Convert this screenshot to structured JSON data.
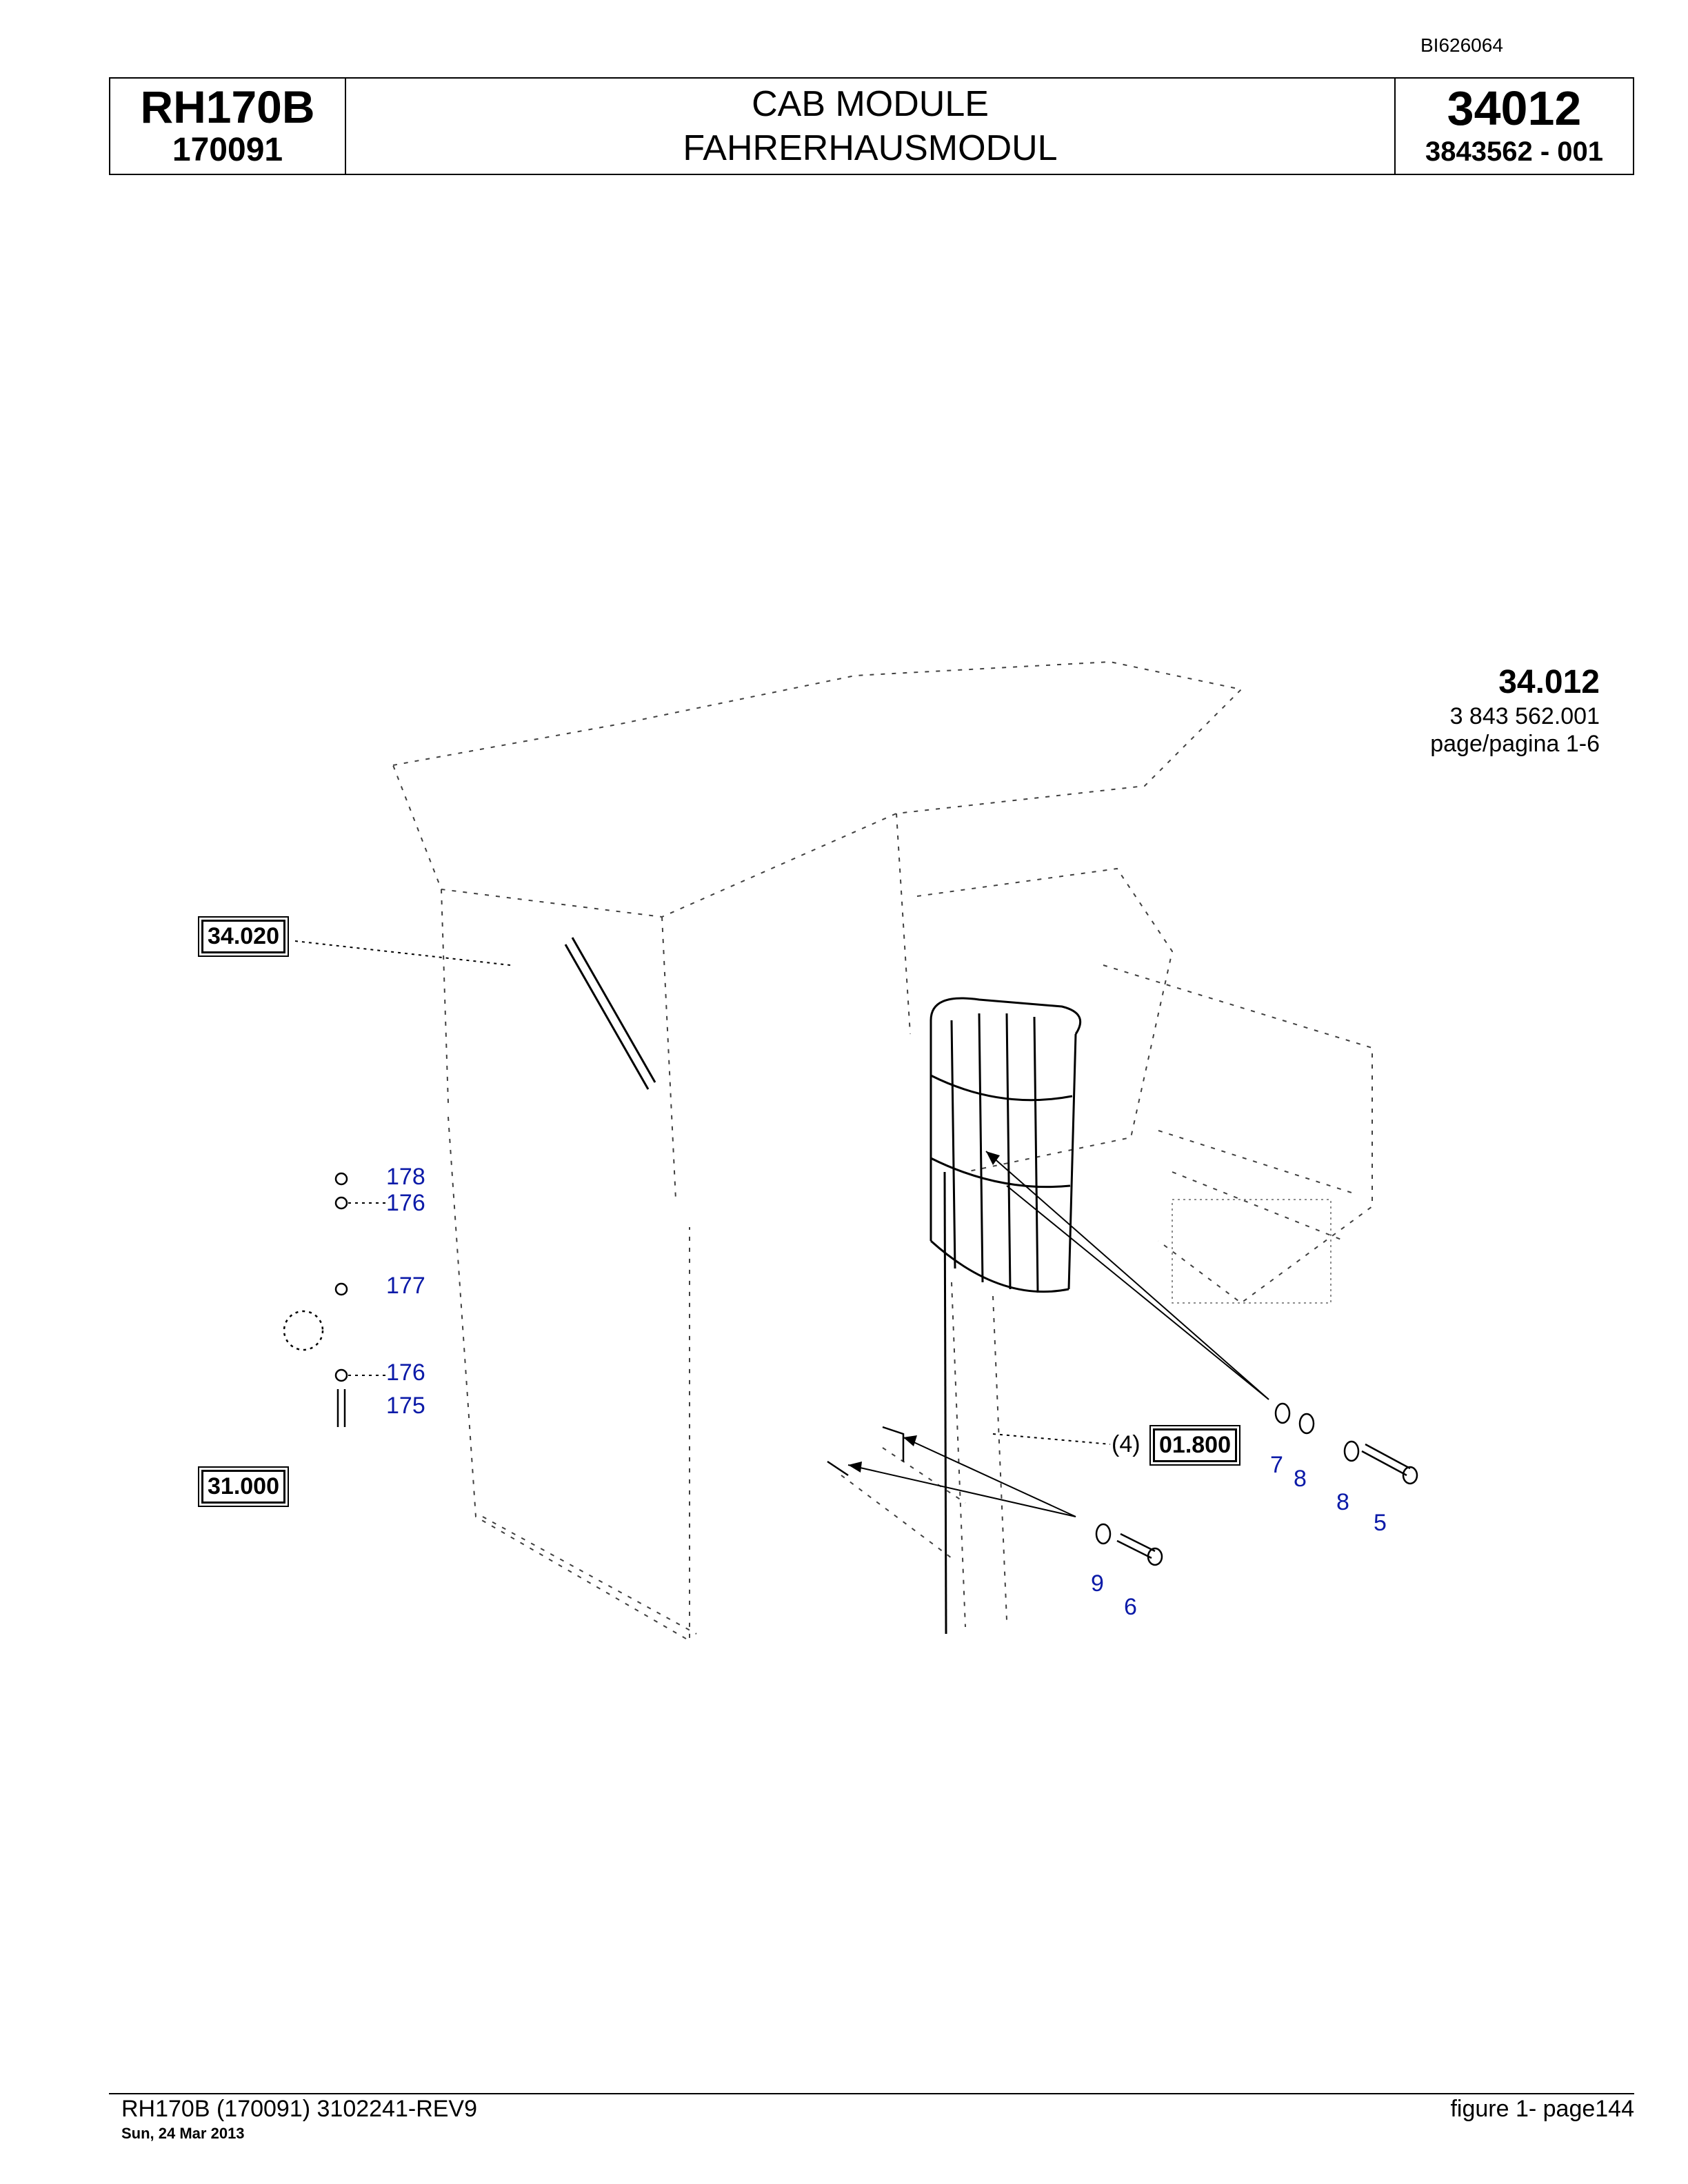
{
  "doc_code": "BI626064",
  "header": {
    "model": "RH170B",
    "serial": "170091",
    "title_en": "CAB MODULE",
    "title_de": "FAHRERHAUSMODUL",
    "group_number": "34012",
    "part_number": "3843562  - 001"
  },
  "figure": {
    "group_ref": "34.012",
    "part_ref": "3 843 562.001",
    "page_ref": "page/pagina 1-6",
    "box_refs": [
      "34.020",
      "31.000",
      "01.800"
    ],
    "qty_label": "(4)",
    "callouts": [
      "178",
      "176",
      "177",
      "176",
      "175",
      "7",
      "8",
      "8",
      "5",
      "9",
      "6"
    ]
  },
  "footer": {
    "left": "RH170B (170091) 3102241-REV9",
    "date": "Sun, 24 Mar 2013",
    "right": "figure  1- page144"
  }
}
